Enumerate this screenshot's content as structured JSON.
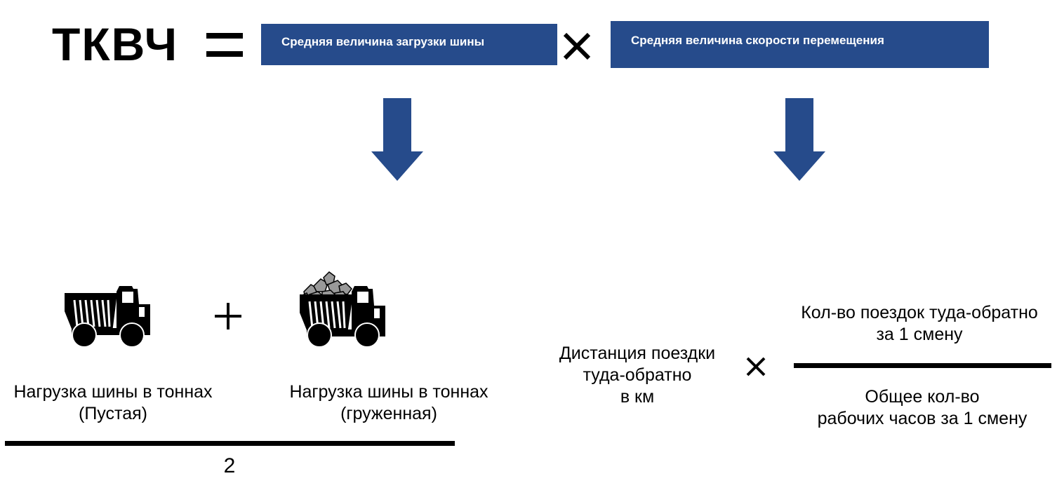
{
  "formula": {
    "title": "ТКВЧ",
    "equals": "=",
    "factor_load": "Средняя величина загрузки шины",
    "multiply": "×",
    "factor_speed": "Средняя  величина скорости перемещения"
  },
  "load": {
    "empty_label": [
      "Нагрузка шины в тоннах",
      "(Пустая)"
    ],
    "plus": "+",
    "loaded_label": [
      "Нагрузка шины в тоннах",
      "(груженная)"
    ],
    "divisor": "2"
  },
  "speed": {
    "distance_label": [
      "Дистанция поездки",
      "туда-обратно",
      "в км"
    ],
    "multiply": "×",
    "numerator": [
      "Кол-во поездок туда-обратно",
      "за 1 смену"
    ],
    "denominator": [
      "Общее кол-во",
      "рабочих часов за 1 смену"
    ]
  },
  "icons": {
    "arrow_color": "#264b8b",
    "box_color": "#264b8b",
    "truck_empty": "dump-truck-empty-icon",
    "truck_loaded": "dump-truck-loaded-icon"
  }
}
